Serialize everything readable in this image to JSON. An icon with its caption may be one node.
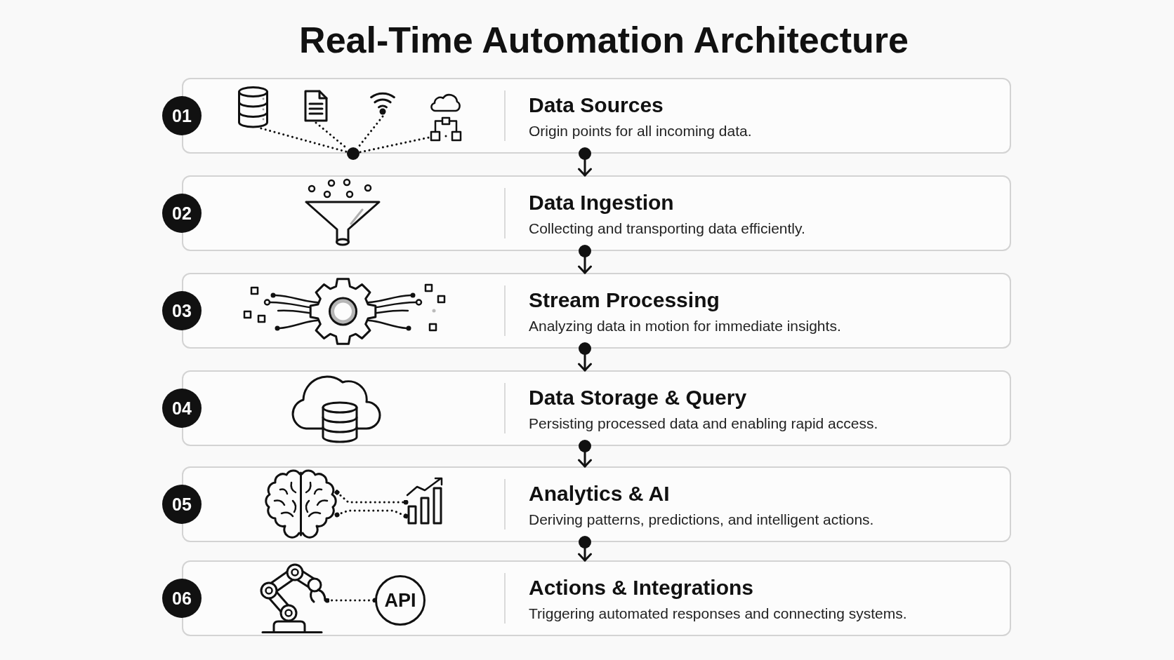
{
  "diagram": {
    "title": "Real-Time Automation Architecture",
    "nodes": [
      {
        "text": [
          "01"
        ]
      },
      {
        "text": [
          "Data Sources",
          "Origin points for all incoming data."
        ]
      },
      {
        "text": [],
        "shape": "picture",
        "in": 1
      },
      {
        "text": [],
        "shape": "picture",
        "in": 1
      },
      {
        "text": [],
        "shape": "picture",
        "in": 1
      },
      {
        "text": [],
        "shape": "picture",
        "in": 1
      },
      {
        "text": [],
        "shape": "circle"
      },
      {
        "text": [
          "02"
        ]
      },
      {
        "text": [
          "Data Ingestion",
          "Collecting and transporting data efficiently."
        ]
      },
      {
        "text": [
          "03"
        ]
      },
      {
        "text": [
          "Stream Processing",
          "Analyzing data in motion for immediate insights."
        ]
      },
      {
        "text": [
          "04"
        ]
      },
      {
        "text": [
          "Data Storage & Query",
          "Persisting processed data and enabling rapid access."
        ]
      },
      {
        "text": [
          "05"
        ]
      },
      {
        "text": [
          "Analytics & AI",
          "Deriving patterns, predictions, and intelligent actions."
        ]
      },
      {
        "text": [],
        "shape": "picture",
        "in": 14
      },
      {
        "text": [],
        "shape": "picture",
        "in": 14
      },
      {
        "text": [
          "06"
        ]
      },
      {
        "text": [
          "Actions & Integrations",
          "Triggering automated responses and connecting systems."
        ]
      },
      {
        "text": [],
        "shape": "picture",
        "in": 18
      },
      {
        "text": [
          "API"
        ],
        "in": 18
      }
    ],
    "edges": [
      {
        "from": 1,
        "to": 8,
        "arrow": "to"
      },
      {
        "from": 8,
        "to": 10,
        "arrow": "to"
      },
      {
        "from": 10,
        "to": 12,
        "arrow": "to"
      },
      {
        "from": 12,
        "to": 14,
        "arrow": "to"
      },
      {
        "from": 14,
        "to": 18,
        "arrow": "to"
      },
      {
        "from": 2,
        "to": 6,
        "arrow": "none",
        "style": "dashed"
      },
      {
        "from": 3,
        "to": 6,
        "arrow": "none",
        "style": "dashed"
      },
      {
        "from": 4,
        "to": 6,
        "arrow": "none",
        "style": "dashed"
      },
      {
        "from": 5,
        "to": 6,
        "arrow": "none",
        "style": "dashed"
      },
      {
        "from": 15,
        "to": 16,
        "arrow": "other",
        "style": "dashed"
      },
      {
        "from": 15,
        "to": 16,
        "arrow": "other",
        "style": "dashed"
      },
      {
        "from": 19,
        "to": 20,
        "arrow": "other",
        "style": "dashed"
      }
    ]
  }
}
